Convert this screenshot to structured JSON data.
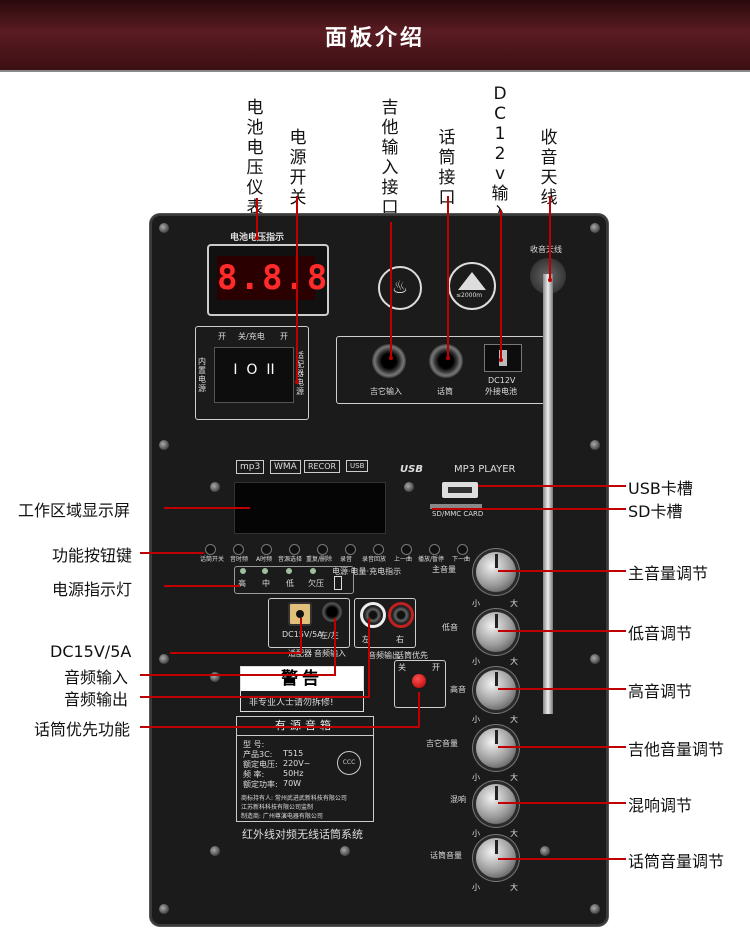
{
  "header": {
    "title": "面板介绍"
  },
  "top_labels": [
    {
      "id": "battery-meter",
      "text": "电池电压仪表"
    },
    {
      "id": "power-switch",
      "text": "电源开关"
    },
    {
      "id": "guitar-input",
      "text": "吉他输入接口"
    },
    {
      "id": "mic-input",
      "text": "话筒接口"
    },
    {
      "id": "dc12v",
      "text": "DC12v输入"
    },
    {
      "id": "antenna",
      "text": "收音天线"
    }
  ],
  "left_labels": {
    "display": "工作区域显示屏",
    "buttons": "功能按钮键",
    "power_led": "电源指示灯",
    "dc15v": "DC15V/5A",
    "audio_in": "音频输入",
    "audio_out": "音频输出",
    "mic_priority": "话筒优先功能"
  },
  "right_labels": {
    "usb": "USB卡槽",
    "sd": "SD卡槽",
    "master_vol": "主音量调节",
    "bass": "低音调节",
    "treble": "高音调节",
    "guitar_vol": "吉他音量调节",
    "echo": "混响调节",
    "mic_vol": "话筒音量调节"
  },
  "panel": {
    "battery_title": "电池电压指示",
    "meter_digits": "8.8.8",
    "switch_top": [
      "开",
      "关/充电",
      "开"
    ],
    "switch_left": "内置电源",
    "switch_right": "适配器电源",
    "switch_symbols": "I  O  II",
    "radio_title": "收音天线",
    "altitude": "≤2000m",
    "jack_labels": [
      "吉它输入",
      "话筒"
    ],
    "dc12v_label": "DC12V",
    "dc12v_sub": "外接电池",
    "badges": [
      "mp3",
      "WMA",
      "RECOR",
      "USB"
    ],
    "mp3_player": "MP3 PLAYER",
    "usb_logo": "USB",
    "sd_label": "SD/MMC CARD",
    "func_buttons": [
      "话筒开关",
      "音时频",
      "A时频",
      "音源选择",
      "重复/删除",
      "录音",
      "录音回放",
      "上一曲",
      "播放/暂停",
      "下一曲"
    ],
    "led_title": "电源·电量·充电指示",
    "led_labels": [
      "高",
      "中",
      "低",
      "欠压"
    ],
    "jack2_labels": [
      "DC15V/5A",
      "左/左"
    ],
    "jack2_sub": [
      "适配器",
      "音频输入"
    ],
    "rca_labels": [
      "左",
      "右"
    ],
    "rca_sub": "音频输出",
    "priority_label": "话筒优先",
    "priority_sub": [
      "关",
      "开"
    ],
    "warning_title": "警告",
    "warning_text": "非专业人士请勿拆修!",
    "nameplate_title": "有源音箱",
    "nameplate_rows": [
      {
        "k": "型  号:",
        "v": ""
      },
      {
        "k": "产品3C:",
        "v": "T515"
      },
      {
        "k": "额定电压:",
        "v": "220V~"
      },
      {
        "k": "频  率:",
        "v": "50Hz"
      },
      {
        "k": "额定功率:",
        "v": "70W"
      }
    ],
    "nameplate_cert": "CCC",
    "nameplate_footer": [
      "商标持有人: 常州武进武新科技有限公司",
      "江苏新科科技有限公司监制",
      "制造商: 广州尊演电器有限公司"
    ],
    "bottom_text": "红外线对频无线话筒系统",
    "knobs": [
      {
        "label": "主音量",
        "min": "小",
        "max": "大"
      },
      {
        "label": "低音",
        "min": "小",
        "max": "大"
      },
      {
        "label": "高音",
        "min": "小",
        "max": "大"
      },
      {
        "label": "吉它音量",
        "min": "小",
        "max": "大"
      },
      {
        "label": "混响",
        "min": "小",
        "max": "大"
      },
      {
        "label": "话筒音量",
        "min": "小",
        "max": "大"
      }
    ]
  }
}
